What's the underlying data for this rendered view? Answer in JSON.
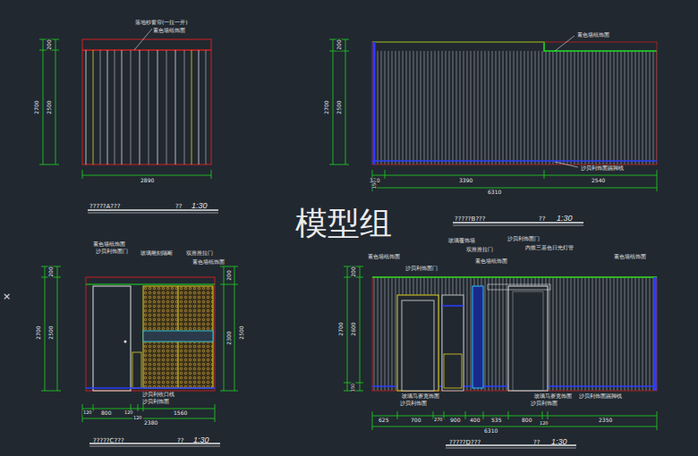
{
  "diagram": {
    "labels": [
      "落地纱窗帘(一拉一开)",
      "素色墙纸饰面",
      "200",
      "2700",
      "2500",
      "2890",
      "?????A???",
      "??",
      "1:30",
      "素色墙纸饰面",
      "沙贝利饰面踢脚线",
      "200",
      "2700",
      "2500",
      "380",
      "150",
      "3390",
      "2540",
      "6310",
      "?????B???",
      "??",
      "1:30",
      "素色墙纸饰面",
      "沙贝利饰面门",
      "玻璃雕刻隔断",
      "双推推拉门",
      "素色墙纸饰面",
      "沙贝利收口线",
      "沙贝利饰面",
      "120",
      "800",
      "120",
      "120",
      "1560",
      "2380",
      "200",
      "2700",
      "2500",
      "200",
      "2300",
      "2500",
      "?????C???",
      "??",
      "1:30",
      "素色墙纸饰面",
      "沙贝利饰面门",
      "玻璃覆饰墙",
      "沙贝利饰面门",
      "双推推拉门",
      "内嵌三基色日光灯管",
      "素色墙纸饰面",
      "素色墙纸饰面",
      "玻璃马赛克饰面",
      "沙贝利饰面",
      "玻璃马赛克饰面",
      "沙贝利饰面",
      "沙贝利饰面踢脚线",
      "625",
      "700",
      "270",
      "900",
      "400",
      "535",
      "800",
      "120",
      "2350",
      "6310",
      "200",
      "2700",
      "2600",
      "150",
      "?????D???",
      "??",
      "1:30",
      "模型组",
      "×"
    ]
  }
}
